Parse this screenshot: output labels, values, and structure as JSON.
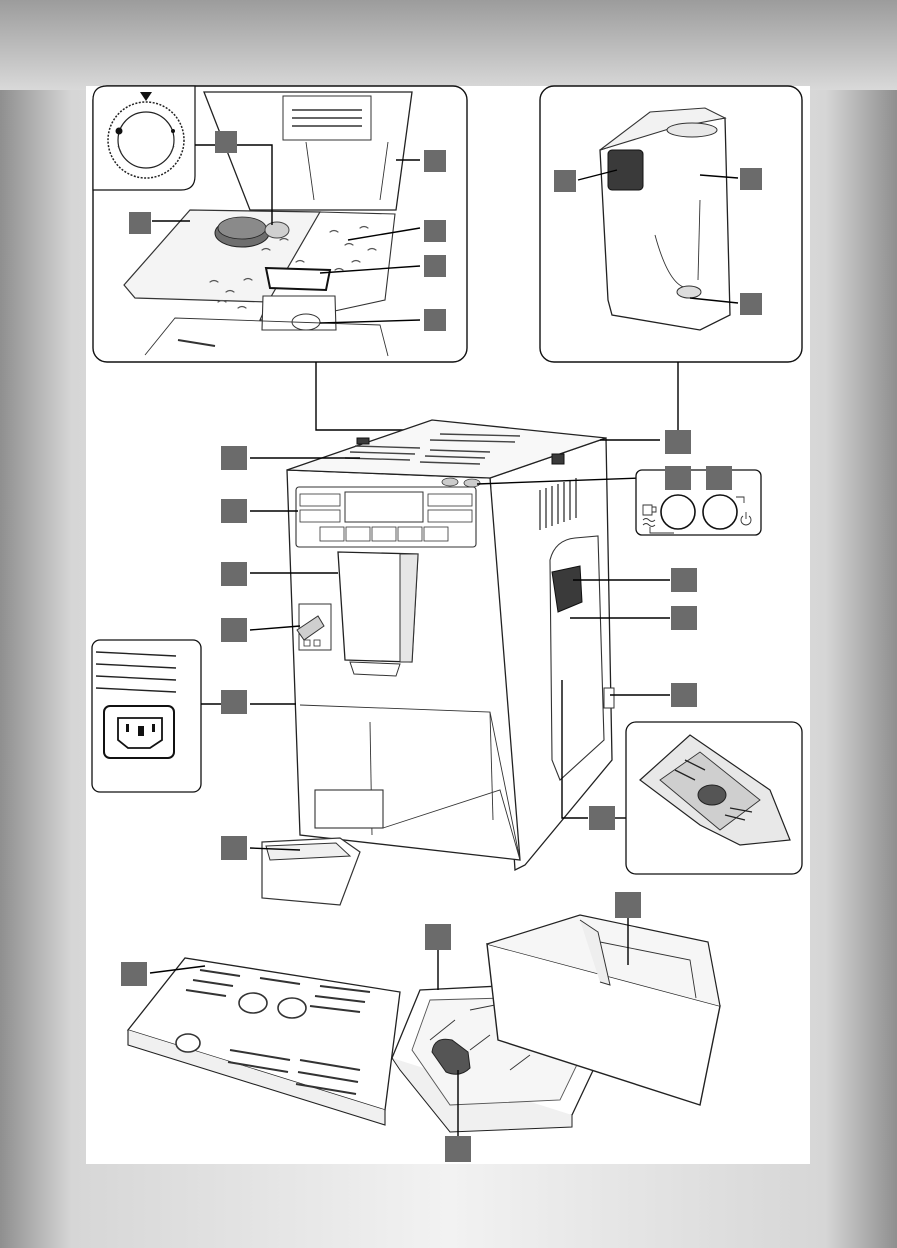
{
  "diagram": {
    "callouts": [
      {
        "id": "c-grinder-dial-inset"
      },
      {
        "id": "c-bean-container-lid"
      },
      {
        "id": "c-aroma-cover"
      },
      {
        "id": "c-grind-adjust-knob"
      },
      {
        "id": "c-bean-container"
      },
      {
        "id": "c-measuring-spoon"
      },
      {
        "id": "c-ground-coffee-funnel"
      },
      {
        "id": "c-water-tank-handle"
      },
      {
        "id": "c-water-tank"
      },
      {
        "id": "c-water-tank-valve"
      },
      {
        "id": "c-cup-warmer"
      },
      {
        "id": "c-control-panel"
      },
      {
        "id": "c-coffee-spout"
      },
      {
        "id": "c-hot-water-nozzle"
      },
      {
        "id": "c-mains-socket"
      },
      {
        "id": "c-water-tank-rear"
      },
      {
        "id": "c-rinse-button"
      },
      {
        "id": "c-power-button"
      },
      {
        "id": "c-door-handle"
      },
      {
        "id": "c-service-door"
      },
      {
        "id": "c-side-switch"
      },
      {
        "id": "c-brew-unit"
      },
      {
        "id": "c-drip-tray-small"
      },
      {
        "id": "c-drip-tray-cover"
      },
      {
        "id": "c-coffee-grounds-container"
      },
      {
        "id": "c-drip-tray"
      },
      {
        "id": "c-float"
      }
    ]
  }
}
